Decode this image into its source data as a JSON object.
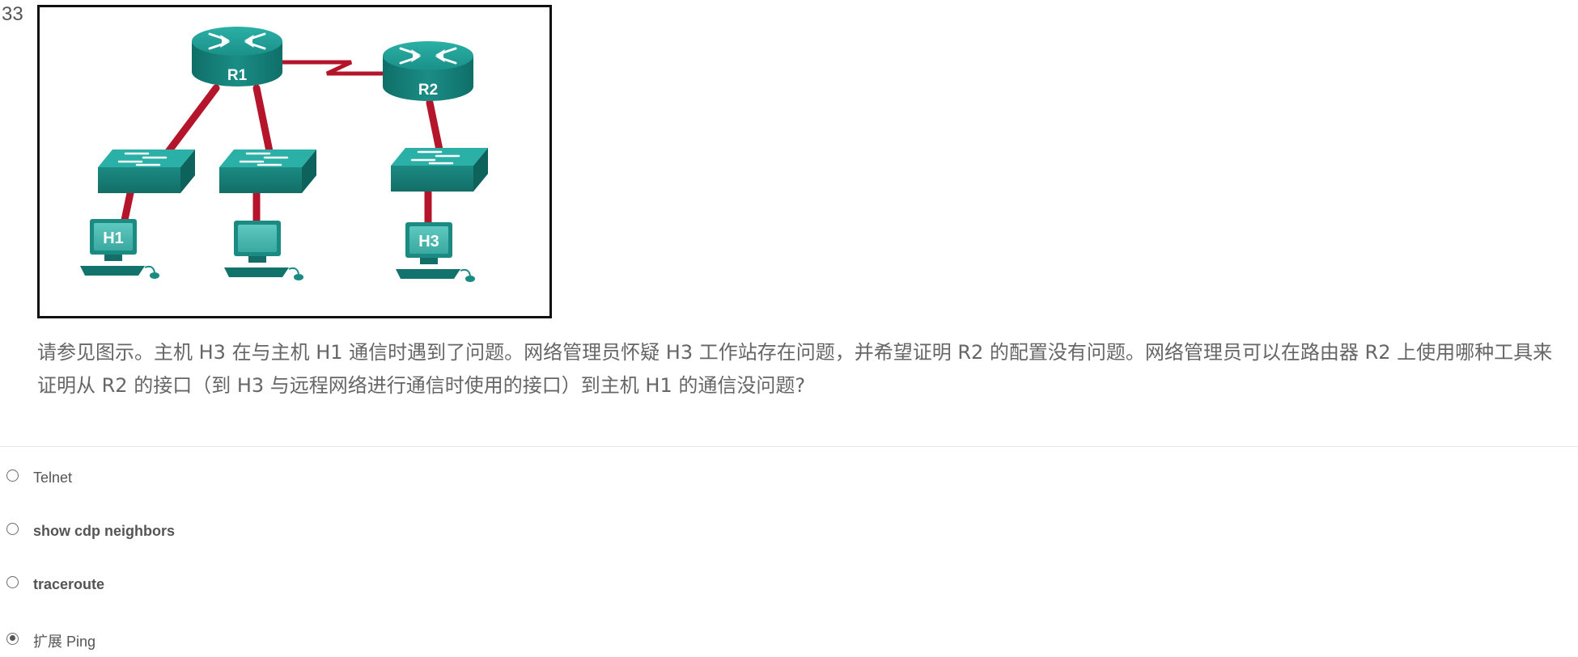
{
  "question": {
    "number": "33",
    "text": "请参见图示。主机 H3 在与主机 H1 通信时遇到了问题。网络管理员怀疑 H3 工作站存在问题，并希望证明 R2 的配置没有问题。网络管理员可以在路由器 R2 上使用哪种工具来证明从 R2 的接口（到 H3 与远程网络进行通信时使用的接口）到主机 H1 的通信没问题?"
  },
  "exhibit": {
    "router1_label": "R1",
    "router2_label": "R2",
    "host1_label": "H1",
    "host3_label": "H3",
    "device_color": "#1e9088",
    "link_color": "#b5152b"
  },
  "options": [
    {
      "label": "Telnet",
      "bold": false,
      "selected": false
    },
    {
      "label": "show cdp neighbors",
      "bold": true,
      "selected": false
    },
    {
      "label": "traceroute",
      "bold": true,
      "selected": false
    },
    {
      "label": "扩展 Ping",
      "bold": false,
      "selected": true
    }
  ]
}
